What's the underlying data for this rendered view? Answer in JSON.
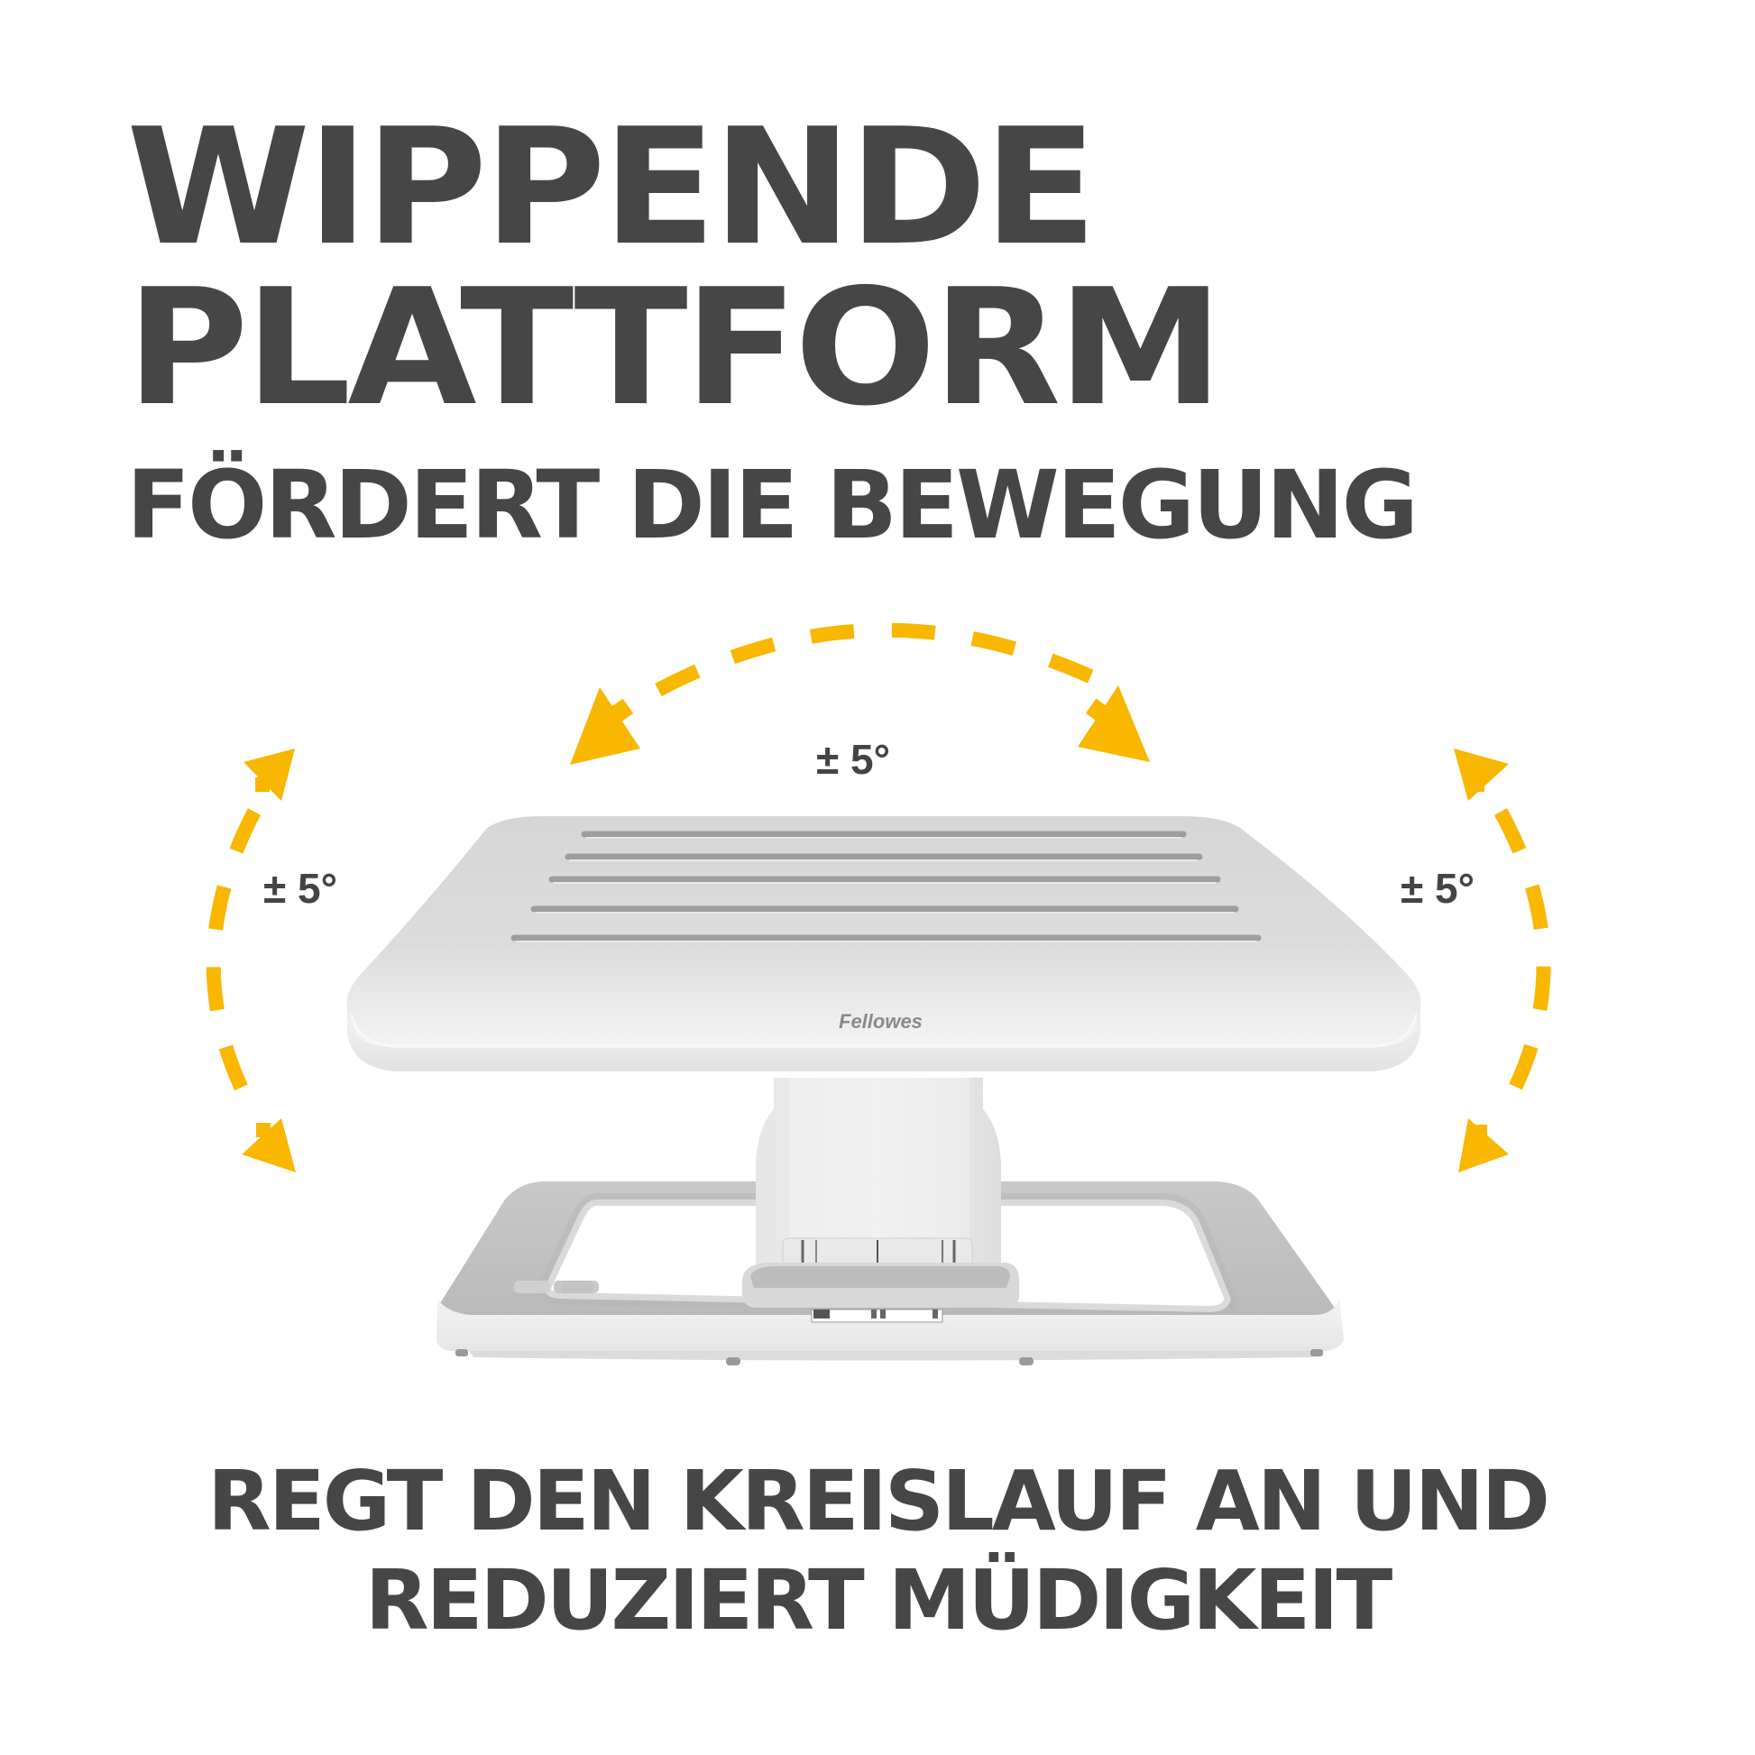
{
  "headline": {
    "line1": "WIPPENDE",
    "line2": "PLATTFORM",
    "line3": "FÖRDERT DIE BEWEGUNG"
  },
  "angles": {
    "top": "± 5°",
    "left": "± 5°",
    "right": "± 5°"
  },
  "product": {
    "brand": "Fellowes",
    "name": "footrest-with-rocking-platform",
    "slot_count": 5
  },
  "footer": {
    "line1": "REGT DEN KREISLAUF AN UND",
    "line2": "REDUZIERT MÜDIGKEIT"
  },
  "colors": {
    "text": "#464646",
    "arrow": "#F9B700",
    "platform": "#E4E4E4",
    "background": "#FFFFFF"
  }
}
